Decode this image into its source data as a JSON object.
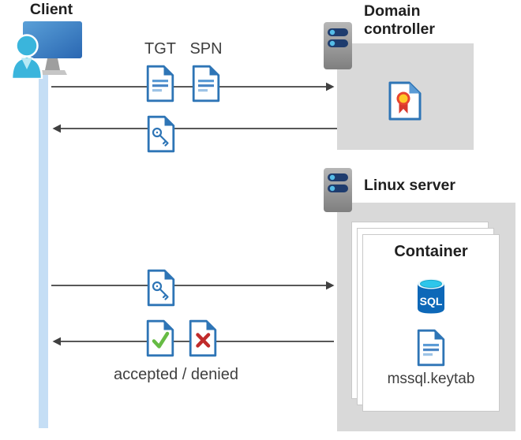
{
  "client": {
    "label": "Client"
  },
  "domain_controller": {
    "title": "Domain\ncontroller"
  },
  "linux_server": {
    "title": "Linux server"
  },
  "container": {
    "title": "Container",
    "database_label": "SQL",
    "keytab_label": "mssql.keytab"
  },
  "messages": {
    "tgt": "TGT",
    "spn": "SPN",
    "result": "accepted / denied"
  },
  "colors": {
    "doc_blue": "#2e75b6",
    "doc_line_blue": "#4a86c5",
    "box_gray": "#d9d9d9",
    "arrow_gray": "#404040",
    "client_bar_blue": "#c5def5",
    "accepted_green": "#66bb44",
    "denied_red": "#c02b2b",
    "ribbon_yellow": "#ffc928",
    "sql_cyan": "#2ec6ea",
    "sql_blue": "#0d68b8"
  }
}
